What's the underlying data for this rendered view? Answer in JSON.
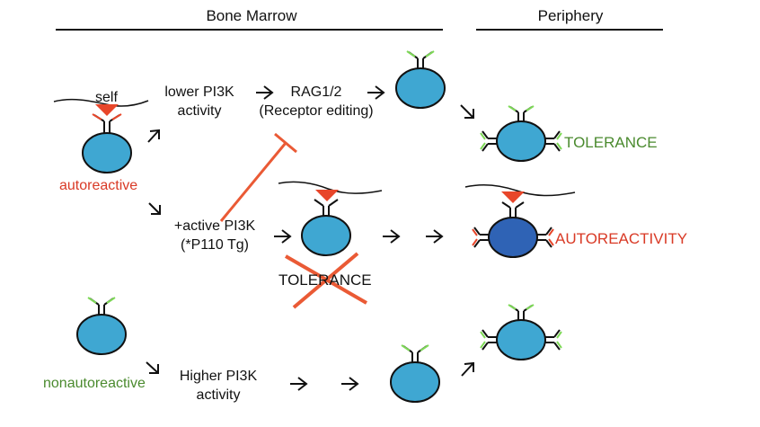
{
  "headers": {
    "bone_marrow": "Bone Marrow",
    "periphery": "Periphery"
  },
  "labels": {
    "self_top": "self",
    "autoreactive": "autoreactive",
    "nonautoreactive": "nonautoreactive",
    "lower_pi3k_line1": "lower PI3K",
    "lower_pi3k_line2": "activity",
    "rag_line1": "RAG1/2",
    "rag_line2": "(Receptor editing)",
    "active_pi3k_line1": "+active PI3K",
    "active_pi3k_line2": "(*P110 Tg)",
    "tolerance_crossed": "TOLERANCE",
    "higher_pi3k_line1": "Higher PI3K",
    "higher_pi3k_line2": "activity",
    "tolerance_outcome": "TOLERANCE",
    "autoreactivity_outcome": "AUTOREACTIVITY"
  },
  "colors": {
    "cell": "#3fa7d2",
    "cell_autoreactive": "#2f63b5",
    "self_antigen": "#e8462a",
    "red_text": "#d93a26",
    "green_text": "#4a8a2e",
    "receptor_green": "#7ed957",
    "receptor_red": "#e8462a",
    "inhibit_line": "#ea5a35",
    "cross": "#ea5a35"
  }
}
